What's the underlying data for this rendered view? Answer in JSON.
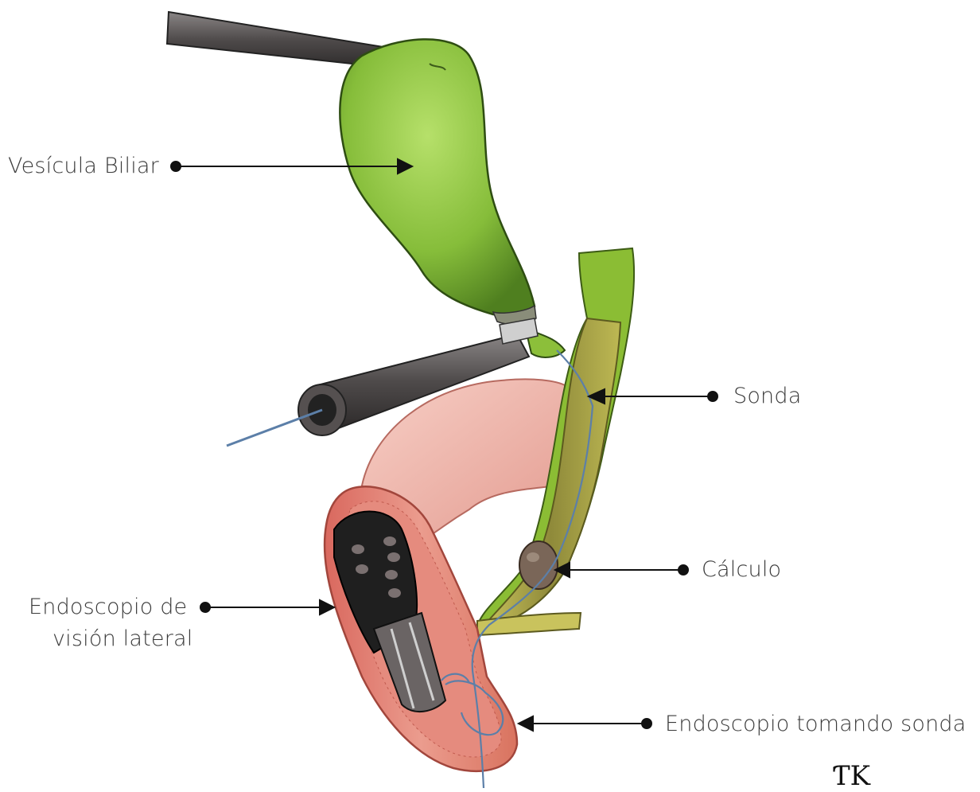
{
  "labels": {
    "vesicula": "Vesícula Biliar",
    "sonda": "Sonda",
    "calculo": "Cálculo",
    "endoscopio_lateral_line1": "Endoscopio de",
    "endoscopio_lateral_line2": "visión lateral",
    "endoscopio_tomando": "Endoscopio tomando sonda"
  },
  "logo": {
    "text": "ƬK"
  },
  "colors": {
    "gallbladder": "#8cc43c",
    "gallbladder_dark": "#4f7f1f",
    "duct": "#a7a747",
    "duodenum": "#e8928a",
    "intestine": "#f2b9b1",
    "instrument": "#555050",
    "endoscope": "#222222",
    "probe": "#5c7fa8",
    "label_text": "#3a3a3a"
  }
}
